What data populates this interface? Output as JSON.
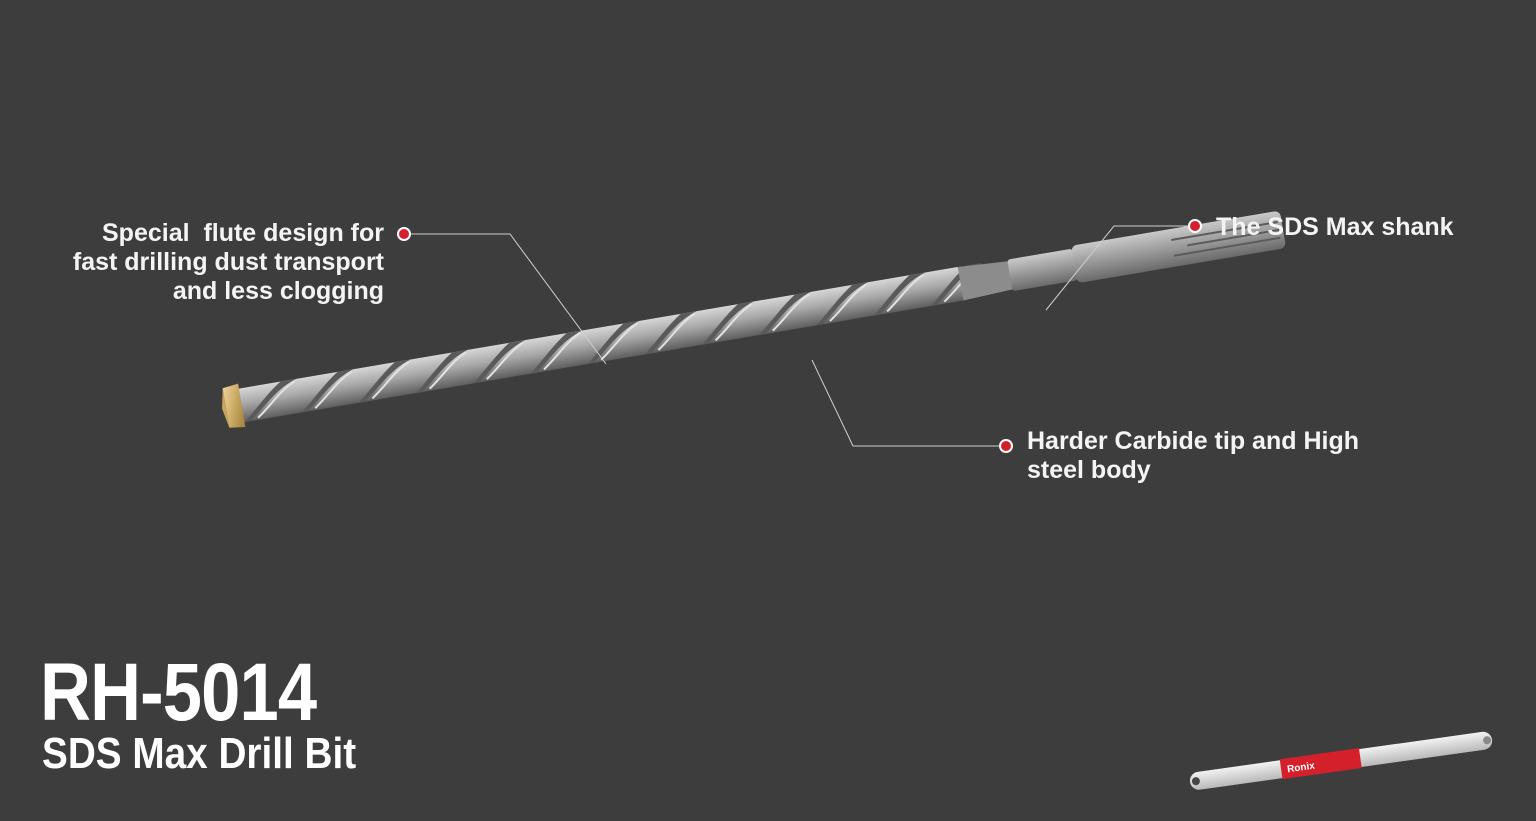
{
  "product": {
    "model": "RH-5014",
    "name": "SDS Max Drill Bit"
  },
  "callouts": {
    "flute": "Special  flute design for\nfast drilling dust transport\nand less clogging",
    "shank": "The SDS Max shank",
    "tip": "Harder Carbide tip and High\nsteel body"
  },
  "package": {
    "brand": "Ronix"
  },
  "colors": {
    "background": "#3d3d3d",
    "accent_dot": "#d4202a",
    "brand_red": "#d4202a",
    "text": "#f4f4f4"
  }
}
